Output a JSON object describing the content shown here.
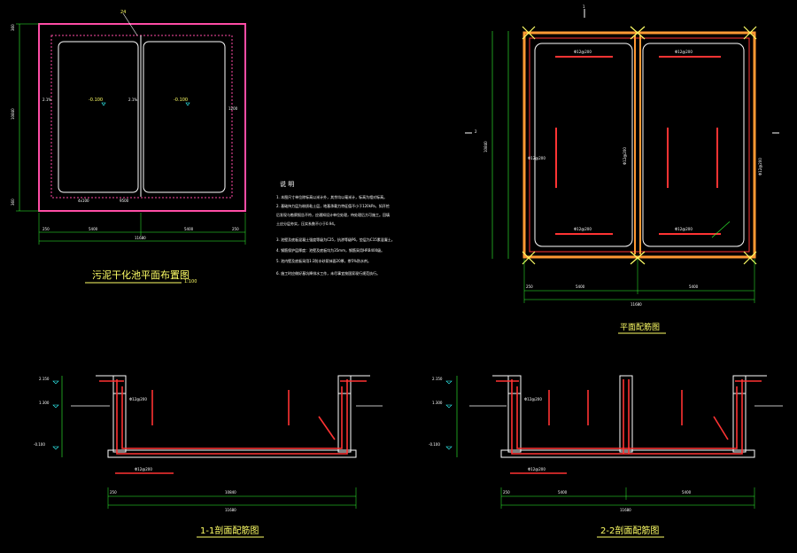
{
  "plan_top_left": {
    "title": "污泥干化池平面布置图",
    "scale": "1:100",
    "callout": "24",
    "elev_left": "-0.100",
    "elev_right": "-0.100",
    "slope_left": "2.1%",
    "slope_right": "2.1%",
    "dim_total": "11680",
    "dim_left": "5400",
    "dim_right": "5400",
    "dim_edge_l": "250",
    "dim_edge_r": "250",
    "dim_v_total": "10840",
    "dim_v_top": "360",
    "dim_v_bot": "360",
    "note_1200": "1200",
    "note_4x100": "4x100",
    "note_9500": "9500"
  },
  "notes": {
    "heading": "说 明",
    "lines": [
      "1. 本图尺寸单位除标高以米计外，其余均以毫米计，标高为相对标高。",
      "2. 基础持力层为粉质粘土层，地基承载力特征值不小于120kPa，如开挖",
      "后发现与勘察报告不符，应通知设计单位处理，待处理后方可施工。回填",
      "土应分层夯实，压实系数不小于0.94。",
      "3. 池壁及底板混凝土强度等级为C25，抗渗等级P6，垫层为C15素混凝土。",
      "4. 钢筋保护层厚度：池壁及底板均为35mm，钢筋采用HRB400级。",
      "5. 池内壁及底板采用1:2防水砂浆抹面20厚，掺5%防水剂。",
      "6. 施工时应做好基坑降排水工作，未尽事宜按国家现行规范执行。"
    ]
  },
  "plan_rebar": {
    "title": "平面配筋图",
    "dim_total": "11680",
    "dim_left": "5400",
    "dim_right": "5400",
    "dim_edge": "250",
    "rebar_top_1": "Φ12@200",
    "rebar_top_2": "Φ12@200",
    "rebar_left": "Φ12@200",
    "rebar_mid": "Φ12@200",
    "rebar_right": "Φ12@200",
    "rebar_bot_1": "Φ12@200",
    "rebar_bot_2": "Φ12@200",
    "dim_v": "10840",
    "label_1": "1",
    "label_2": "2"
  },
  "section_11": {
    "title": "1-1剖面配筋图",
    "elev_top": "2.150",
    "elev_mid": "1.300",
    "elev_bot": "-0.100",
    "rebar_wall": "Φ12@200",
    "rebar_slab": "Φ12@200",
    "dim_total": "11680",
    "dim_main": "10840",
    "dim_edge": "250"
  },
  "section_22": {
    "title": "2-2剖面配筋图",
    "elev_top": "2.150",
    "elev_mid": "1.300",
    "elev_bot": "-0.100",
    "rebar_wall": "Φ12@200",
    "rebar_slab": "Φ12@200",
    "dim_total": "11680",
    "dim_left": "5400",
    "dim_right": "5400",
    "dim_edge": "250"
  },
  "colors": {
    "background": "#000000",
    "wall_outline": "#ff4da6",
    "white_line": "#ffffff",
    "dimension": "#33ff33",
    "text_yellow": "#ffff66",
    "rebar_red": "#ff3333",
    "rebar_orange": "#ff9933",
    "cyan": "#33ffff"
  }
}
